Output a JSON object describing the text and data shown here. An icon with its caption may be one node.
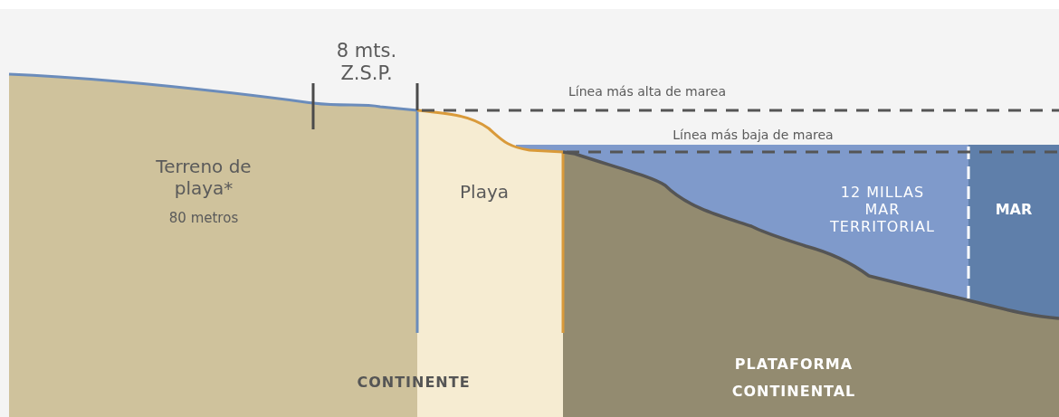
{
  "diagram": {
    "nodes": [
      {
        "text": [
          "Terreno de playa*",
          "80 metros"
        ]
      },
      {
        "text": [
          "Playa"
        ]
      },
      {
        "text": [
          "12 MILLAS MAR TERRITORIAL"
        ]
      },
      {
        "text": [
          "MAR"
        ]
      },
      {
        "text": [
          "PLATAFORMA CONTINENTAL"
        ]
      }
    ],
    "labels": [
      "8 mts. Z.S.P.",
      "Línea más alta de marea",
      "Línea más baja de marea",
      "CONTINENTE"
    ]
  }
}
